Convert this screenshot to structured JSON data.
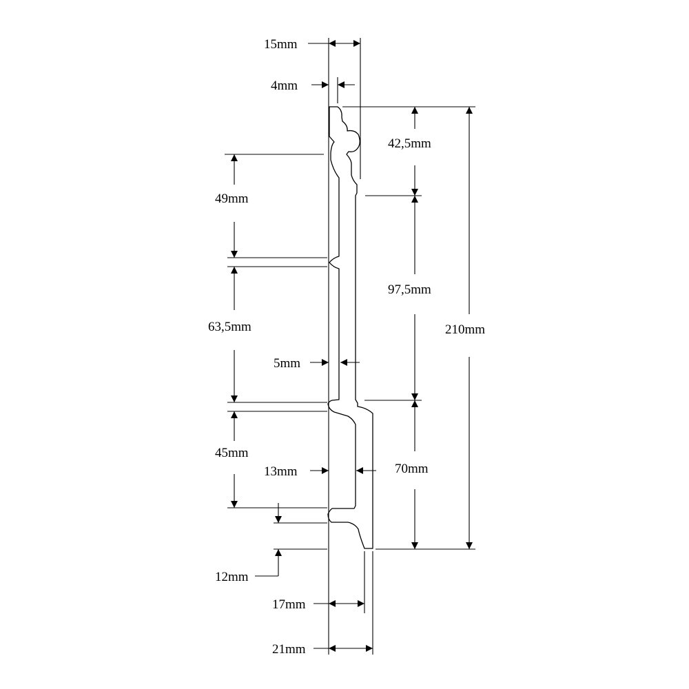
{
  "diagram": {
    "type": "technical profile drawing (skirting board cross-section)",
    "line_color": "#000000",
    "background_color": "#ffffff",
    "dimensions": {
      "top_width": "15mm",
      "top_lip": "4mm",
      "top_profile_height": "42,5mm",
      "upper_section": "49mm",
      "flat_section": "97,5mm",
      "middle_section": "63,5mm",
      "middle_thickness": "5mm",
      "total_height": "210mm",
      "lower_section": "45mm",
      "lower_thickness": "13mm",
      "base_section": "70mm",
      "base_gap": "12mm",
      "base_width": "17mm",
      "overall_width": "21mm"
    }
  }
}
